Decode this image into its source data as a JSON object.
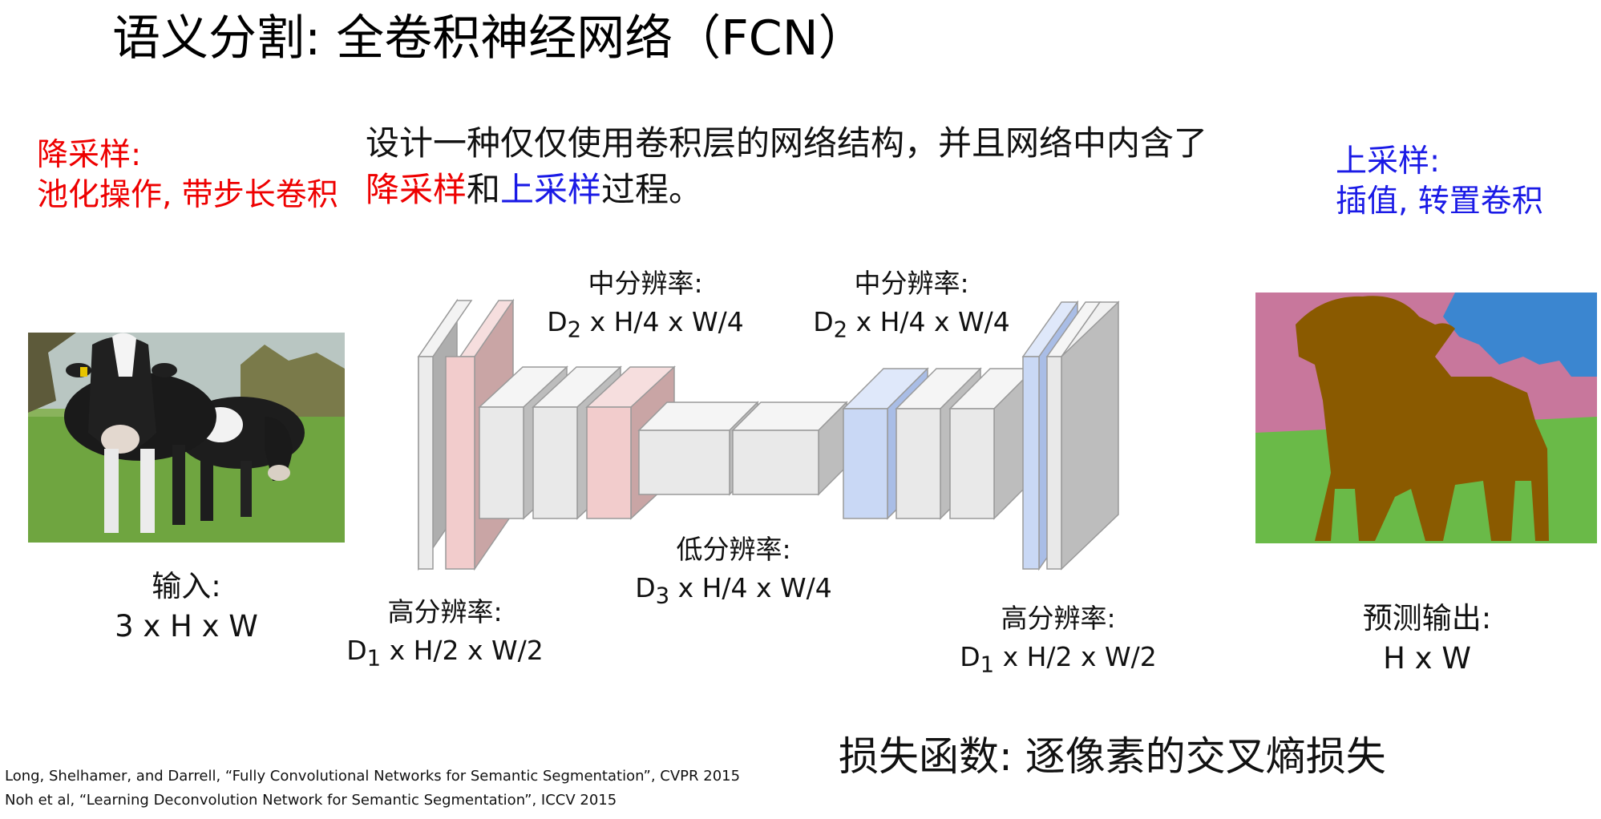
{
  "title": "语义分割: 全卷积神经网络（FCN）",
  "description": {
    "line1": "设计一种仅仅使用卷积层的网络结构，并且网络中内含了",
    "down": "降采样",
    "and": "和",
    "up": "上采样",
    "tail": "过程。"
  },
  "downsampling": {
    "heading": "降采样:",
    "body": "池化操作, 带步长卷积"
  },
  "upsampling": {
    "heading": "上采样:",
    "body": "插值, 转置卷积"
  },
  "input": {
    "label": "输入:",
    "dims": "3 x H x W"
  },
  "output": {
    "label": "预测输出:",
    "dims": "H x W"
  },
  "layers": {
    "high_left": {
      "label": "高分辨率:",
      "d": "D",
      "sub": "1",
      "dims": " x H/2 x W/2"
    },
    "mid_left": {
      "label": "中分辨率:",
      "d": "D",
      "sub": "2",
      "dims": " x H/4 x W/4"
    },
    "low": {
      "label": "低分辨率:",
      "d": "D",
      "sub": "3",
      "dims": " x H/4 x W/4"
    },
    "mid_right": {
      "label": "中分辨率:",
      "d": "D",
      "sub": "2",
      "dims": " x H/4 x W/4"
    },
    "high_right": {
      "label": "高分辨率:",
      "d": "D",
      "sub": "1",
      "dims": " x H/2 x W/2"
    }
  },
  "loss": "损失函数: 逐像素的交叉熵损失",
  "references": [
    "Long, Shelhamer, and Darrell, “Fully Convolutional Networks for Semantic Segmentation”, CVPR 2015",
    "Noh et al, “Learning Deconvolution Network for Semantic Segmentation”, ICCV 2015"
  ],
  "colors": {
    "red": "#ee0000",
    "blue": "#1a1ae6",
    "block_gray": "#e9e9e9",
    "block_pink": "#f2cccc",
    "block_blue": "#c9d8f5",
    "seg_cow": "#8a5a00",
    "seg_grass": "#6aba48",
    "seg_bg": "#c8779c",
    "seg_sky": "#3b86d0"
  }
}
